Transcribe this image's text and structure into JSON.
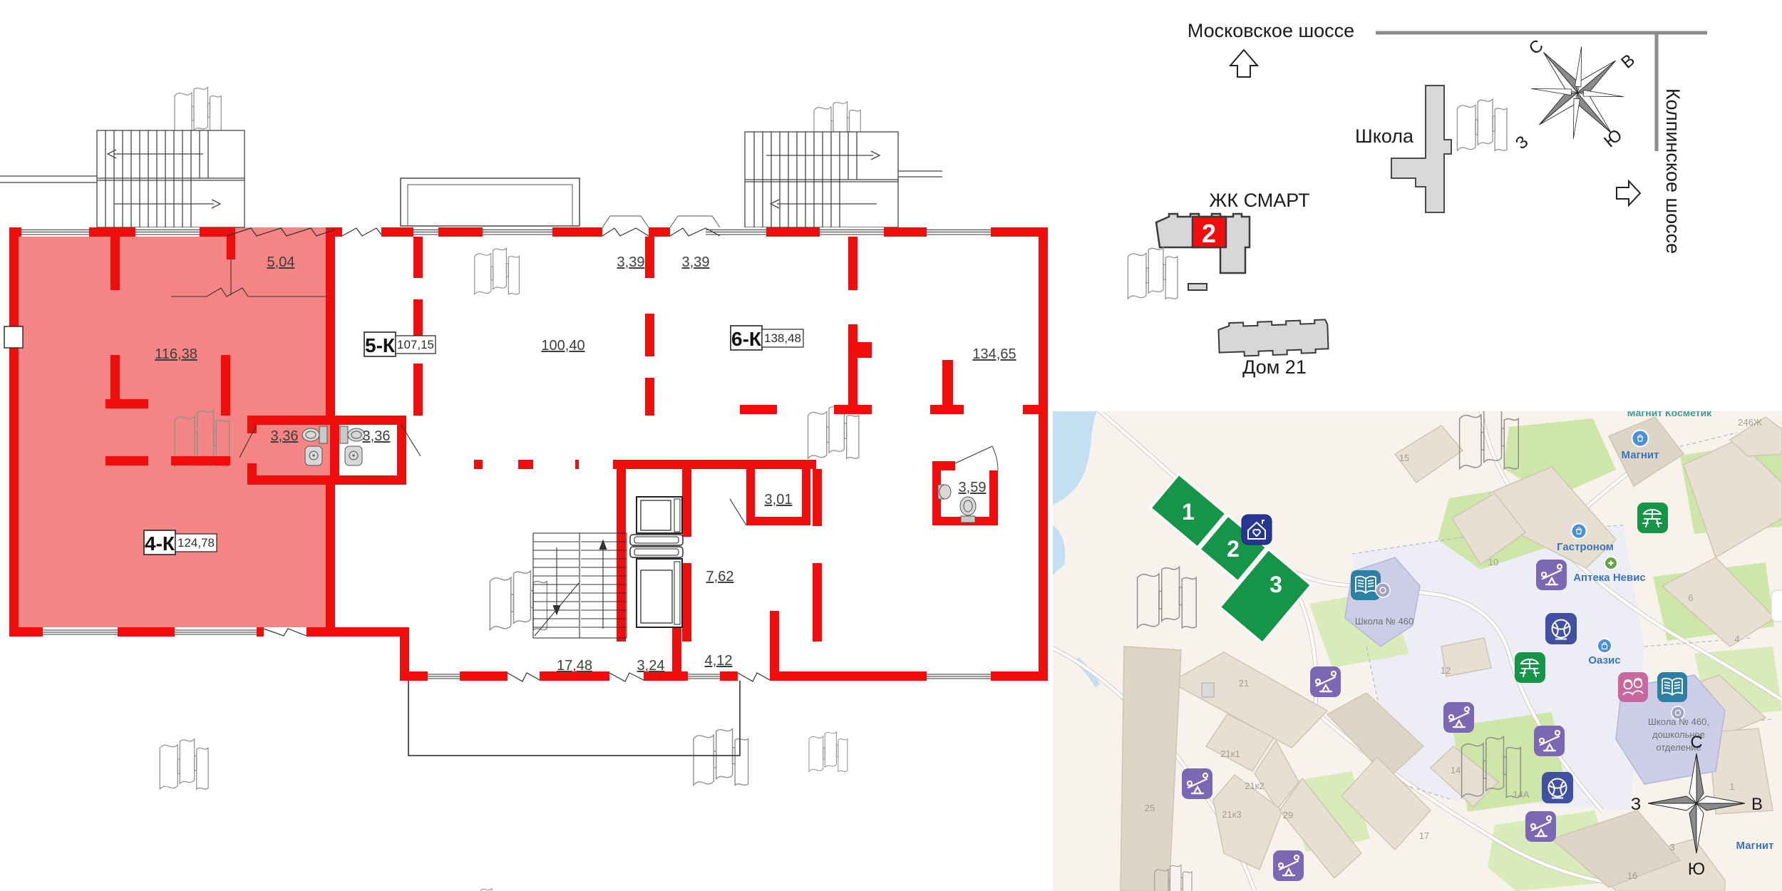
{
  "plan": {
    "unit4": {
      "name": "4-К",
      "area": "124,78"
    },
    "unit5": {
      "name": "5-К",
      "area": "107,15"
    },
    "unit6": {
      "name": "6-К",
      "area": "138,48"
    },
    "areas": {
      "a116_38": "116,38",
      "a5_04": "5,04",
      "a3_36a": "3,36",
      "a3_36b": "3,36",
      "a3_39a": "3,39",
      "a3_39b": "3,39",
      "a100_40": "100,40",
      "a134_65": "134,65",
      "a3_01": "3,01",
      "a3_59": "3,59",
      "a7_62": "7,62",
      "a17_48": "17,48",
      "a3_24": "3,24",
      "a4_12": "4,12"
    }
  },
  "siteplan": {
    "road_top": "Московское шоссе",
    "road_right": "Колпинское шоссе",
    "school_label": "Школа",
    "complex_label": "ЖК СМАРТ",
    "building_number": "2",
    "dom21_label": "Дом 21",
    "compass": {
      "n": "С",
      "e": "В",
      "s": "Ю",
      "w": "З"
    }
  },
  "map": {
    "poi": {
      "magnit_top": "Магнит",
      "magnit_kosmetik": "Магнит Косметик",
      "gastronom": "Гастроном",
      "apteka": "Аптека Невис",
      "oazis": "Оазис",
      "school460": "Школа № 460",
      "preschool_l1": "Школа № 460,",
      "preschool_l2": "дошкольное",
      "preschool_l3": "отделение",
      "magnit_bottom": "Магнит"
    },
    "green_numbers": [
      "1",
      "2",
      "3"
    ],
    "house_numbers": [
      "15",
      "10",
      "6",
      "4",
      "12",
      "14",
      "14А",
      "21",
      "21к1",
      "21к2",
      "21к3",
      "25",
      "29",
      "17",
      "16",
      "1",
      "3",
      "246Ж"
    ],
    "compass": {
      "n": "С",
      "e": "В",
      "s": "Ю",
      "w": "З"
    }
  },
  "colors": {
    "wall_red": "#f20d0d",
    "unit_fill": "#f58484",
    "green_building": "#169549",
    "map_bg": "#f7f3ec"
  }
}
